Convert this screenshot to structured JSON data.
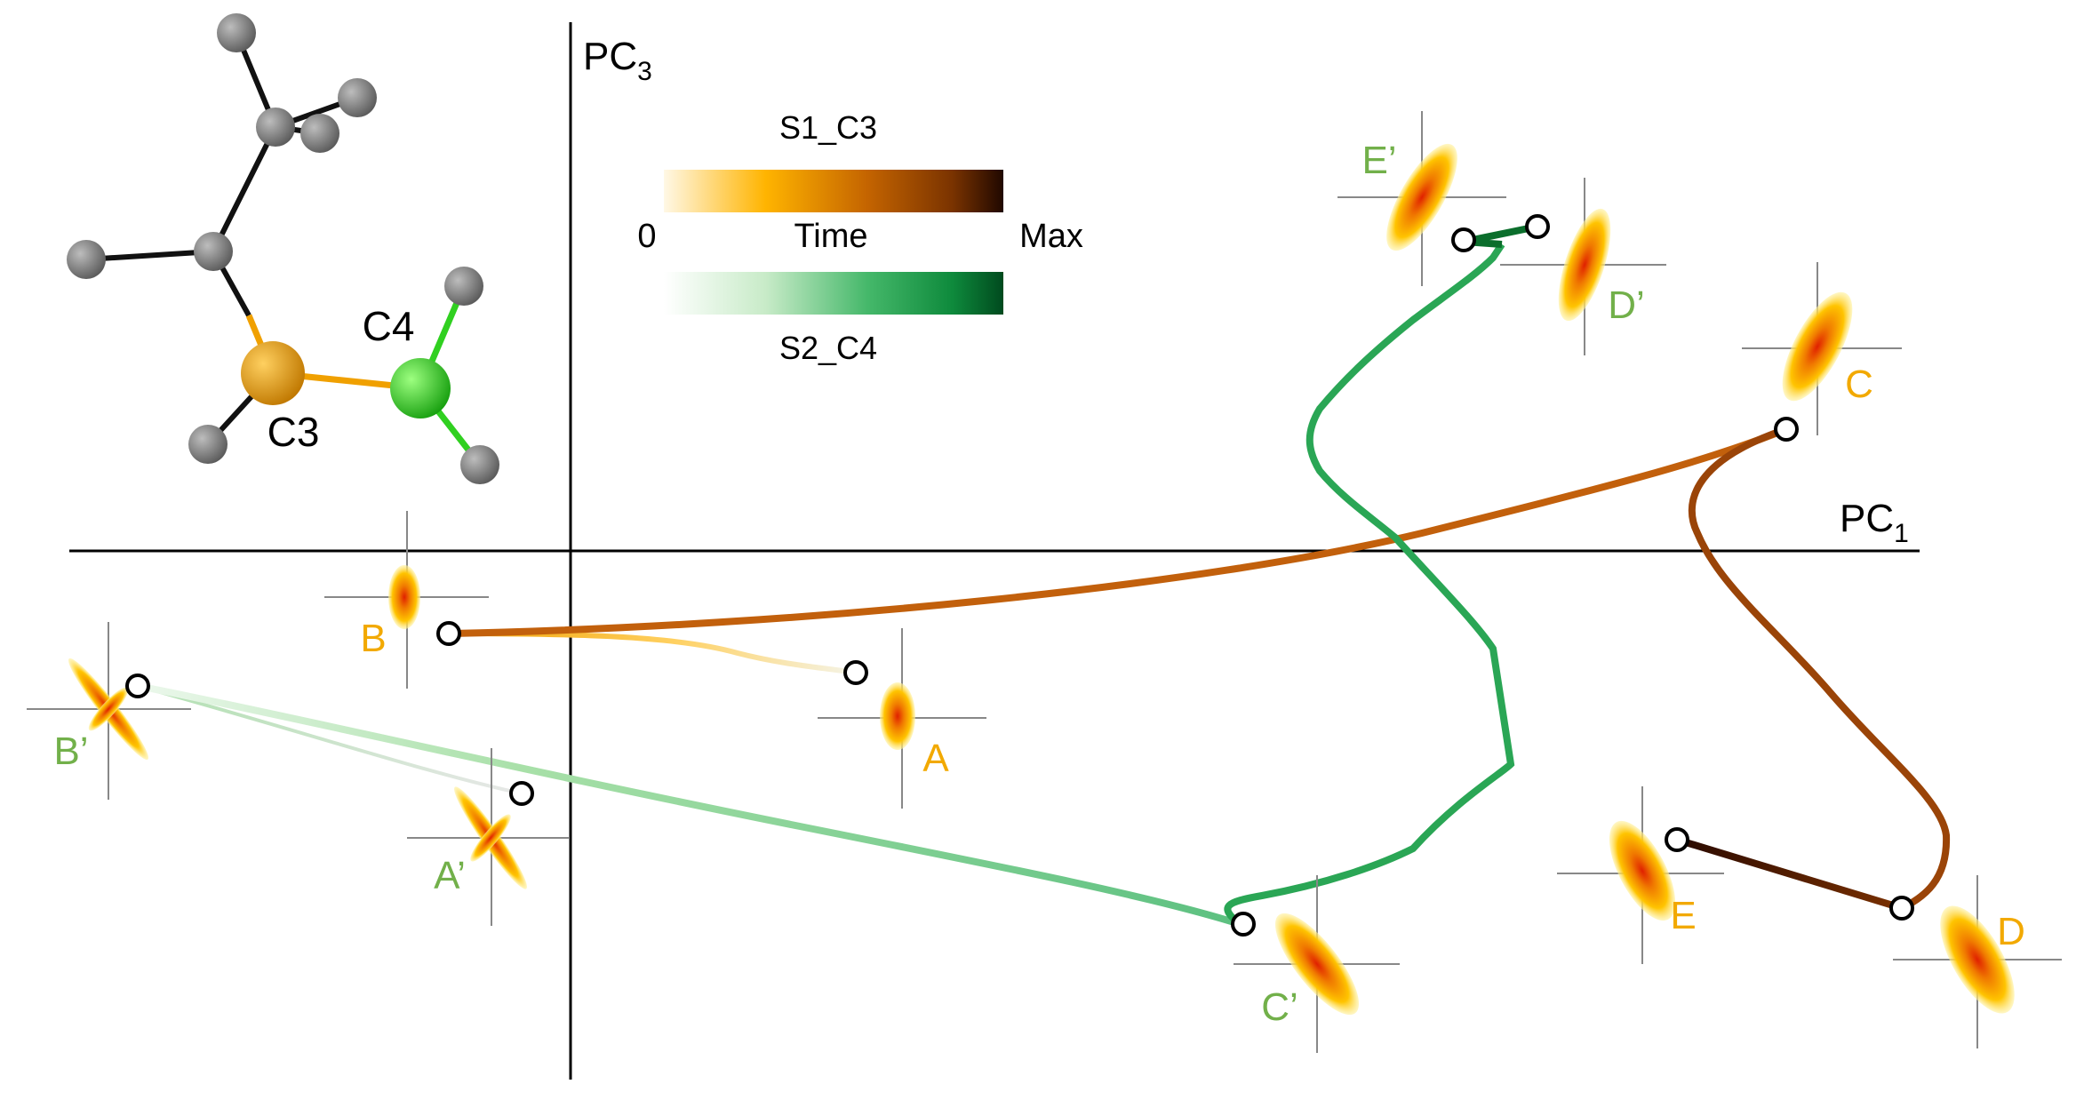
{
  "axes": {
    "x_label": "PC",
    "x_sub": "1",
    "y_label": "PC",
    "y_sub": "3"
  },
  "colorbars": {
    "top_title": "S1_C3",
    "bottom_title": "S2_C4",
    "min_label": "0",
    "mid_label": "Time",
    "max_label": "Max",
    "orange_stops": [
      "#fff8e6",
      "#ffb400",
      "#c46400",
      "#7a3300",
      "#200800"
    ],
    "green_stops": [
      "#ffffff",
      "#c8ebc8",
      "#45b86a",
      "#0e8a3c",
      "#004a1e"
    ]
  },
  "molecule": {
    "atom_labels": [
      "C4",
      "C3"
    ],
    "colors": {
      "c3": "#f0a000",
      "c4": "#30d020",
      "other": "#7a7a7a"
    }
  },
  "states": {
    "s1": [
      "A",
      "B",
      "C",
      "D",
      "E"
    ],
    "s2": [
      "A’",
      "B’",
      "C’",
      "D’",
      "E’"
    ],
    "s1_color": "#f2a900",
    "s2_color": "#72b04a"
  }
}
